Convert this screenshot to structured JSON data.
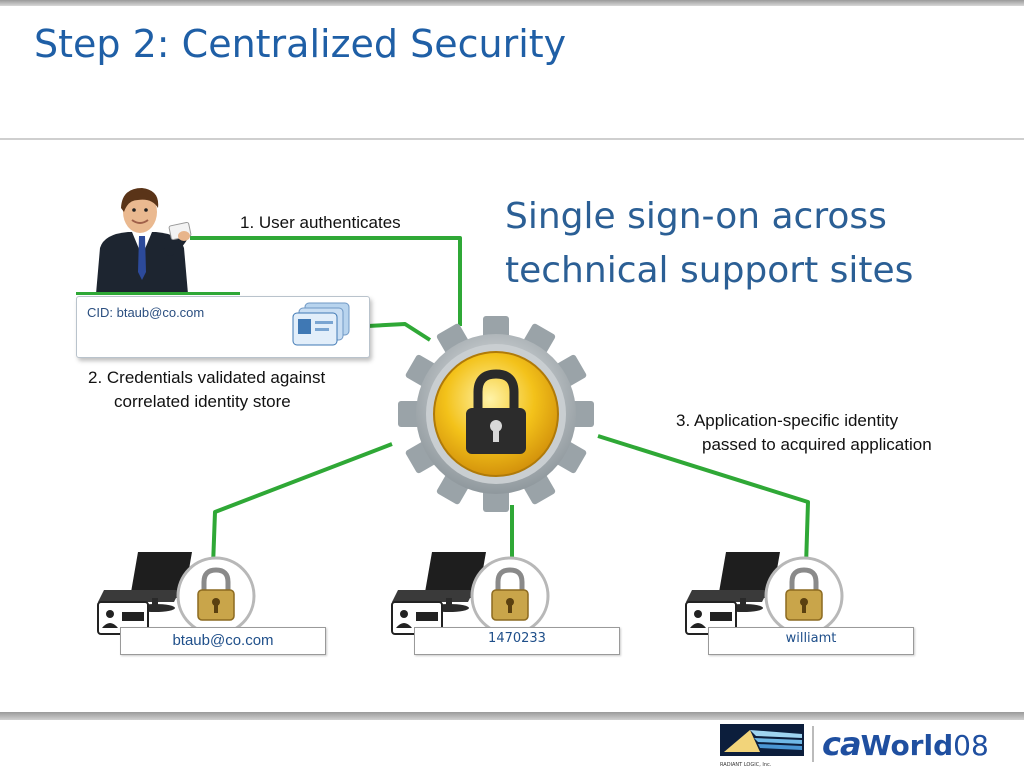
{
  "slide": {
    "title": "Step 2: Centralized Security",
    "subtitle_line1": "Single sign-on across",
    "subtitle_line2": "technical support sites"
  },
  "steps": {
    "step1": "1. User authenticates",
    "step2_line1": "2. Credentials validated against",
    "step2_line2": "correlated identity store",
    "step3_line1": "3. Application-specific identity",
    "step3_line2": "passed to acquired application"
  },
  "credential_card": {
    "text": "CID: btaub@co.com"
  },
  "applications": [
    {
      "identity": "btaub@co.com"
    },
    {
      "identity": "1470233"
    },
    {
      "identity": "williamt"
    }
  ],
  "footer": {
    "radiant_logo_text": "RADIANT LOGIC, Inc.",
    "ca_logo_ca": "ca",
    "ca_logo_world": "World",
    "ca_logo_year": "08"
  },
  "colors": {
    "title": "#1f5fa6",
    "connector": "#2fa836",
    "gear": "#9aa3a8",
    "lock_gold": "#f3c21a"
  },
  "icons": [
    "businessman-icon",
    "id-card-icon",
    "gear-lock-icon",
    "computer-icon",
    "padlock-icon",
    "id-tag-icon"
  ]
}
